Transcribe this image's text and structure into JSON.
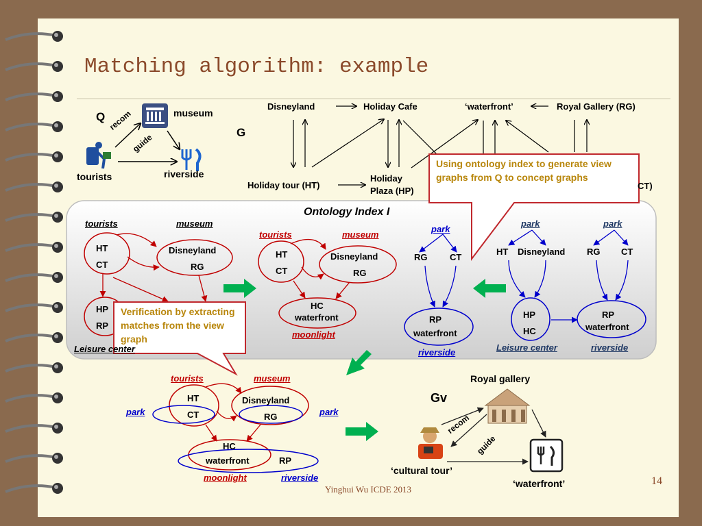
{
  "title": "Matching algorithm: example",
  "footer": "Yinghui Wu ICDE 2013",
  "page_number": "14",
  "q": {
    "label": "Q",
    "museum": "museum",
    "tourists": "tourists",
    "riverside": "riverside",
    "recom": "recom",
    "guide": "guide"
  },
  "g": {
    "label": "G",
    "disneyland": "Disneyland",
    "holiday_cafe": "Holiday Cafe",
    "waterfront": "‘waterfront’",
    "royal_gallery": "Royal Gallery (RG)",
    "holiday_tour": "Holiday tour (HT)",
    "holiday_plaza_1": "Holiday",
    "holiday_plaza_2": "Plaza (HP)",
    "ct_tail": "CT)"
  },
  "callout_top": "Using ontology index to generate view graphs from Q to concept graphs",
  "callout_left": "Verification by extracting matches from the view graph",
  "ontology": {
    "title": "Ontology Index I",
    "p1": {
      "tourists": "tourists",
      "museum": "museum",
      "ht": "HT",
      "ct": "CT",
      "disneyland": "Disneyland",
      "rg": "RG",
      "hp": "HP",
      "rp": "RP",
      "leisure": "Leisure center"
    },
    "p2": {
      "tourists": "tourists",
      "museum": "museum",
      "ht": "HT",
      "ct": "CT",
      "disneyland": "Disneyland",
      "rg": "RG",
      "hc": "HC",
      "waterfront": "waterfront",
      "moonlight": "moonlight"
    },
    "p3": {
      "park": "park",
      "rg": "RG",
      "ct": "CT",
      "rp": "RP",
      "waterfront": "waterfront",
      "riverside": "riverside"
    },
    "p4": {
      "park1": "park",
      "park2": "park",
      "ht": "HT",
      "disneyland": "Disneyland",
      "rg": "RG",
      "ct": "CT",
      "hp": "HP",
      "hc": "HC",
      "rp": "RP",
      "waterfront": "waterfront",
      "leisure": "Leisure center",
      "riverside": "riverside"
    }
  },
  "bottom": {
    "tourists": "tourists",
    "museum": "museum",
    "park_left": "park",
    "park_right": "park",
    "ht": "HT",
    "ct": "CT",
    "disneyland": "Disneyland",
    "rg": "RG",
    "hc": "HC",
    "waterfront": "waterfront",
    "rp": "RP",
    "moonlight": "moonlight",
    "riverside": "riverside"
  },
  "gv": {
    "label": "Gv",
    "royal_gallery": "Royal gallery",
    "recom": "recom",
    "guide": "guide",
    "cultural_tour": "‘cultural tour’",
    "waterfront": "‘waterfront’"
  },
  "colors": {
    "red": "#c00000",
    "blue": "#0000cc",
    "green": "#00b050",
    "title": "#8b4a2b",
    "callout": "#b8860b"
  }
}
